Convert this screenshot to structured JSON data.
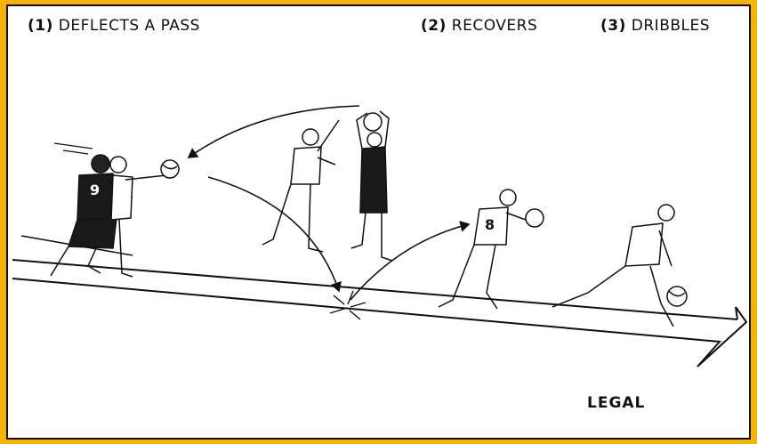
{
  "steps": [
    {
      "number": "(1)",
      "label": "DEFLECTS A PASS"
    },
    {
      "number": "(2)",
      "label": "RECOVERS"
    },
    {
      "number": "(3)",
      "label": "DRIBBLES"
    }
  ],
  "verdict": "LEGAL",
  "jerseys": {
    "defender": "9",
    "recoverer": "8"
  },
  "colors": {
    "border": "#f4b400",
    "ink": "#111111",
    "background": "#ffffff"
  }
}
